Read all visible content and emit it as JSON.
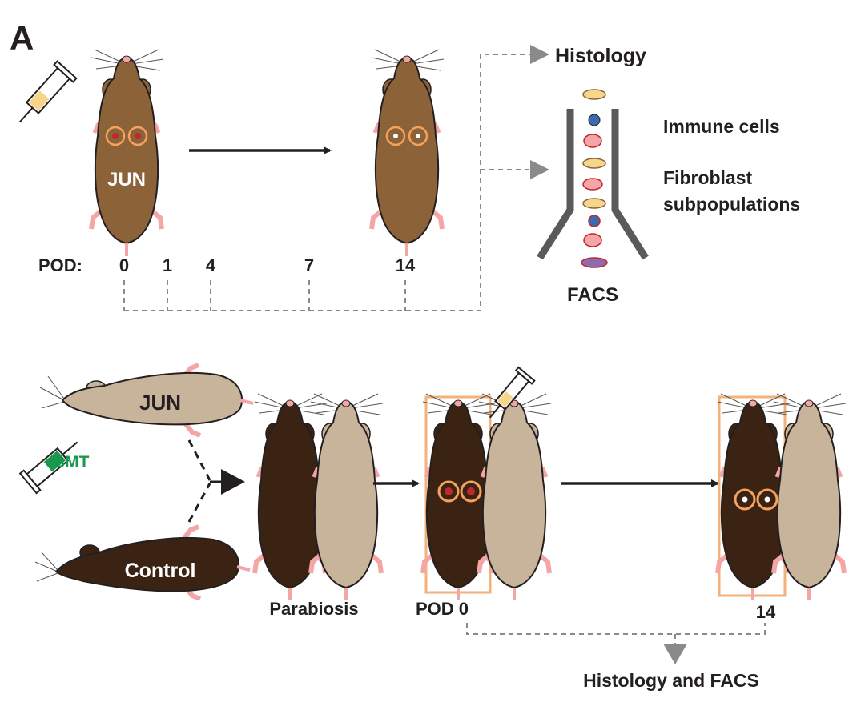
{
  "panel_label": "A",
  "top": {
    "mouse_label": "JUN",
    "pod_prefix": "POD:",
    "pod_days": [
      "0",
      "1",
      "4",
      "7",
      "14"
    ],
    "histology_label": "Histology",
    "facs_label": "FACS",
    "immune_cells_label": "Immune cells",
    "fibroblast_label_line1": "Fibroblast",
    "fibroblast_label_line2": "subpopulations"
  },
  "bottom": {
    "jun_label": "JUN",
    "control_label": "Control",
    "bmt_label": "BMT",
    "parabiosis_label": "Parabiosis",
    "pod0_label": "POD 0",
    "pod14_label": "14",
    "result_label": "Histology and FACS"
  },
  "colors": {
    "jun_brown": "#8c6239",
    "light_mouse": "#c8b49b",
    "dark_mouse": "#3b2314",
    "pink": "#f4a6a6",
    "wound_orange": "#f5a25d",
    "wound_red": "#c1272d",
    "box_orange": "#f2b27a",
    "bmt_green": "#1a9850",
    "arrow": "#231f20",
    "dashed": "#8a8a8a"
  }
}
